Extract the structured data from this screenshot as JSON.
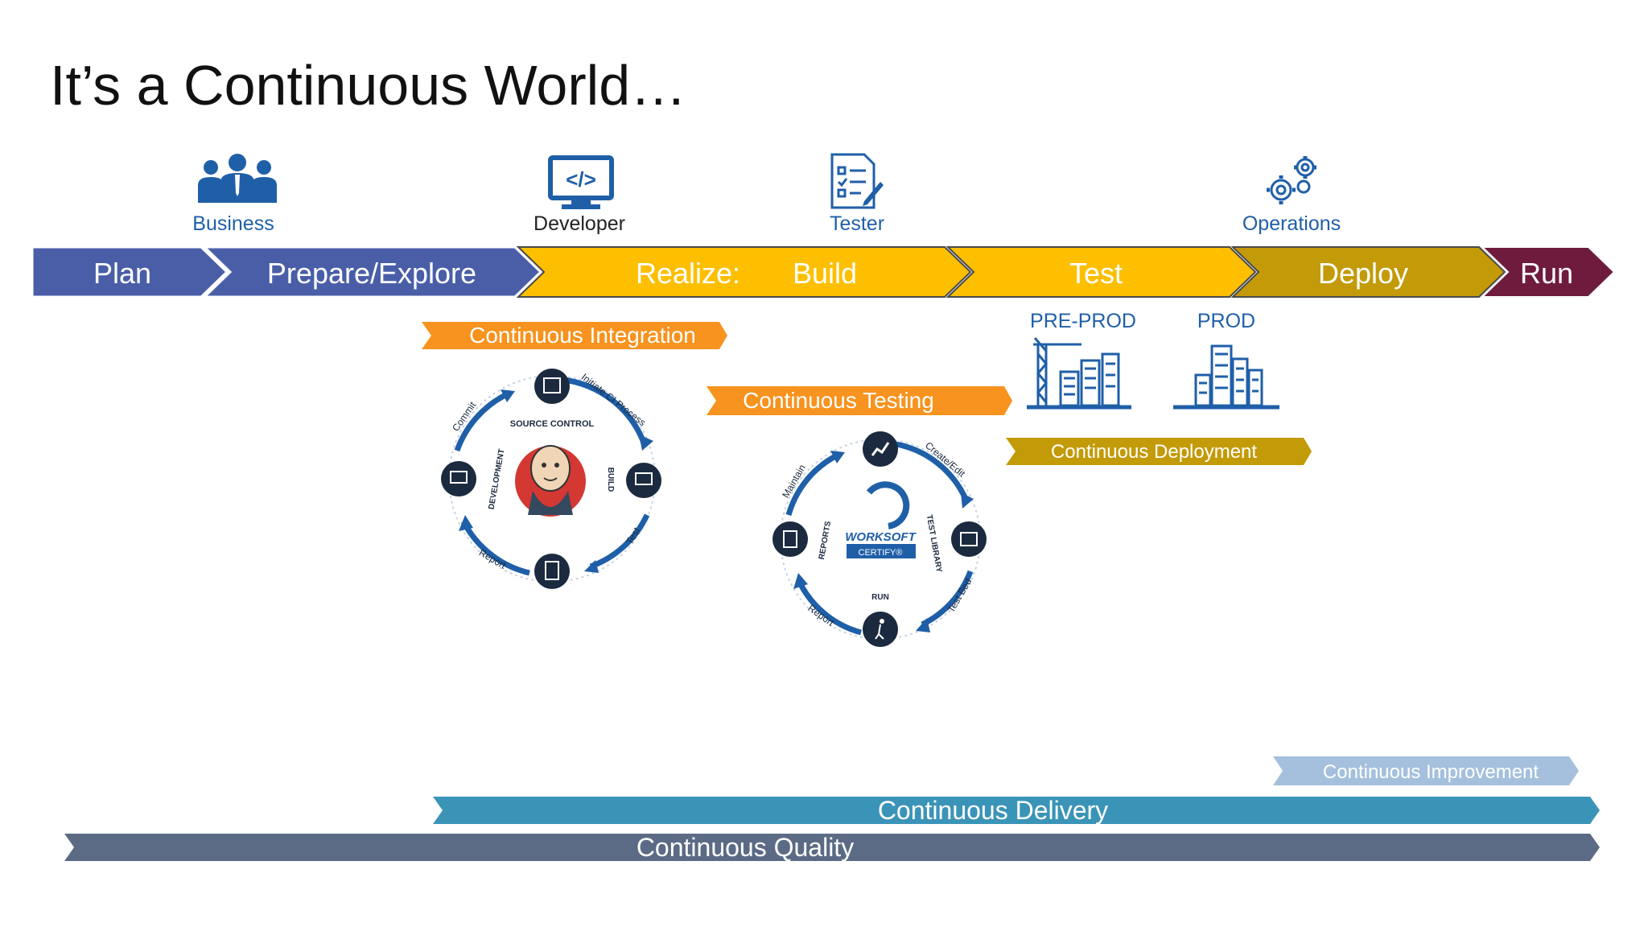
{
  "title": "It’s a Continuous World…",
  "roles": [
    {
      "label": "Business",
      "icon": "business-people-icon"
    },
    {
      "label": "Developer",
      "icon": "developer-code-icon"
    },
    {
      "label": "Tester",
      "icon": "tester-checklist-icon"
    },
    {
      "label": "Operations",
      "icon": "operations-gears-icon"
    }
  ],
  "phases": [
    {
      "label": "Plan",
      "color": "#4a5ea8"
    },
    {
      "label": "Prepare/Explore",
      "color": "#4a5ea8"
    },
    {
      "label": "Realize:",
      "label2": "Build",
      "color": "#fdbf00"
    },
    {
      "label": "Test",
      "color": "#fdbf00"
    },
    {
      "label": "Deploy",
      "color": "#c39a08"
    },
    {
      "label": "Run",
      "color": "#6f1b3e"
    }
  ],
  "environments": {
    "preprod": "PRE-PROD",
    "prod": "PROD"
  },
  "banners": {
    "integration": {
      "label": "Continuous Integration",
      "color": "#f7931e"
    },
    "testing": {
      "label": "Continuous Testing",
      "color": "#f7931e"
    },
    "deployment": {
      "label": "Continuous Deployment",
      "color": "#c39a08"
    },
    "improvement": {
      "label": "Continuous Improvement",
      "color": "#a5c0dd"
    },
    "delivery": {
      "label": "Continuous Delivery",
      "color": "#3a94b8"
    },
    "quality": {
      "label": "Continuous Quality",
      "color": "#5b6b85"
    }
  },
  "ci_cycle": {
    "center": "SOURCE CONTROL",
    "side_left": "DEVELOPMENT",
    "side_right": "BUILD",
    "arrows": [
      "Initiate CI Process",
      "Test",
      "Report",
      "Commit"
    ]
  },
  "ct_cycle": {
    "brand": "WORKSOFT",
    "product": "CERTIFY®",
    "side_left": "REPORTS",
    "side_right": "TEST LIBRARY",
    "bottom": "RUN",
    "arrows": [
      "Create/Edit",
      "Test Bed",
      "Report",
      "Maintain"
    ]
  }
}
